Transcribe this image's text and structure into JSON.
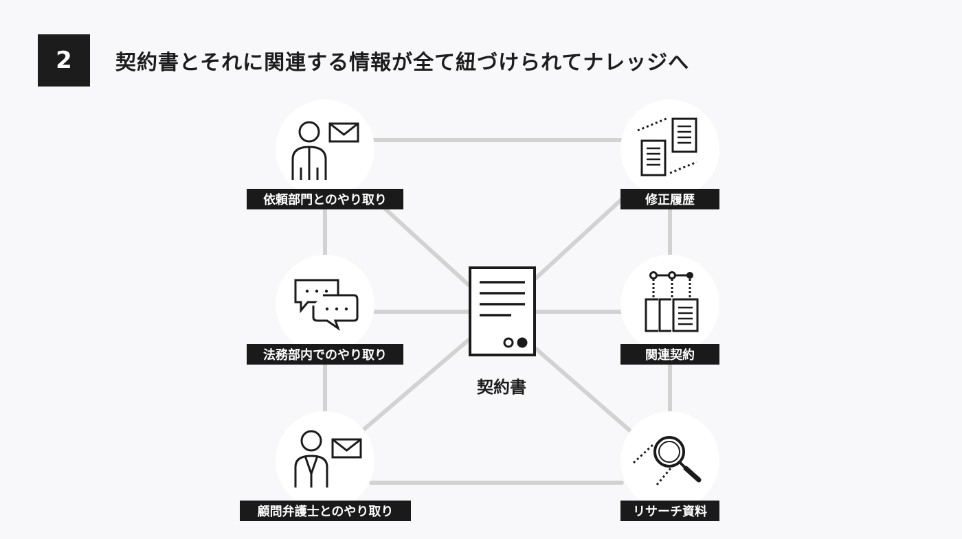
{
  "header": {
    "step_number": "2",
    "title": "契約書とそれに関連する情報が全て紐づけられてナレッジへ"
  },
  "center": {
    "label": "契約書"
  },
  "nodes": {
    "request_dept": "依頼部門とのやり取り",
    "legal_internal": "法務部内でのやり取り",
    "advisor_lawyer": "顧問弁護士とのやり取り",
    "revision_history": "修正履歴",
    "related_contracts": "関連契約",
    "research_materials": "リサーチ資料"
  },
  "colors": {
    "connector": "#d2d2d2",
    "ink": "#1a1a1a",
    "circle": "#ffffff",
    "background": "#f8f7f9"
  }
}
